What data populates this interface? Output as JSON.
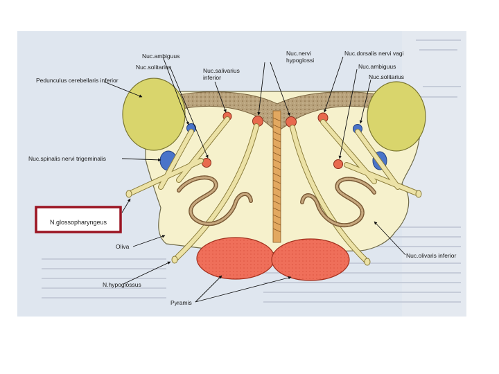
{
  "figure": {
    "colors": {
      "page_bg": "#ffffff",
      "figure_bg": "#dfe6ef",
      "medulla_fill": "#f6f1cc",
      "peduncle_fill": "#d9d56c",
      "floor_fill": "#b8a07a",
      "pyramis_fill": "#ef6f5a",
      "nerve_fill": "#e9dea0",
      "nucleus_red": "#e86a4e",
      "nucleus_blue": "#4a74c9",
      "highlight_border": "#9b1422"
    },
    "labels": {
      "nuc_ambiguus_left": "Nuc.ambiguus",
      "nuc_solitarius_left": "Nuc.solitarius",
      "pedunculus": "Pedunculus cerebellaris inferior",
      "nuc_salivarius_line1": "Nuc.salivarius",
      "nuc_salivarius_line2": "inferior",
      "nuc_nervi_hypoglossi_line1": "Nuc.nervi",
      "nuc_nervi_hypoglossi_line2": "hypoglossi",
      "nuc_dorsalis_nervi_vagi": "Nuc.dorsalis nervi vagi",
      "nuc_ambiguus_right": "Nuc.ambiguus",
      "nuc_solitarius_right": "Nuc.solitarius",
      "nuc_spinalis_trigeminalis": "Nuc.spinalis nervi trigeminalis",
      "n_glossopharyngeus": "N.glossopharyngeus",
      "oliva": "Oliva",
      "n_hypoglossus": "N.hypoglossus",
      "pyramis": "Pyramis",
      "nuc_olivaris_inferior": "Nuc.olivaris inferior"
    }
  }
}
